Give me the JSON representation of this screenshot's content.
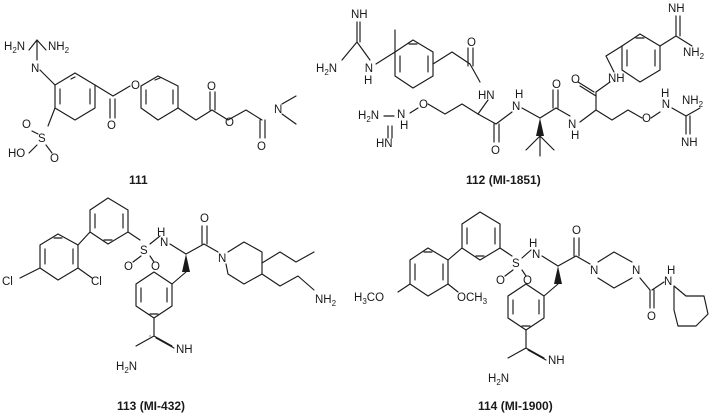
{
  "figure": {
    "compounds": [
      {
        "id": "c111",
        "caption": "111"
      },
      {
        "id": "c112",
        "caption": "112 (MI-1851)"
      },
      {
        "id": "c113",
        "caption": "113 (MI-432)"
      },
      {
        "id": "c114",
        "caption": "114 (MI-1900)"
      }
    ]
  },
  "atoms": {
    "H2N": "H2N",
    "NH2": "NH2",
    "NH": "NH",
    "HN": "HN",
    "N": "N",
    "O": "O",
    "S": "S",
    "HO": "HO",
    "H": "H",
    "Cl": "Cl",
    "H3CO": "H3CO",
    "OCH3": "OCH3"
  }
}
